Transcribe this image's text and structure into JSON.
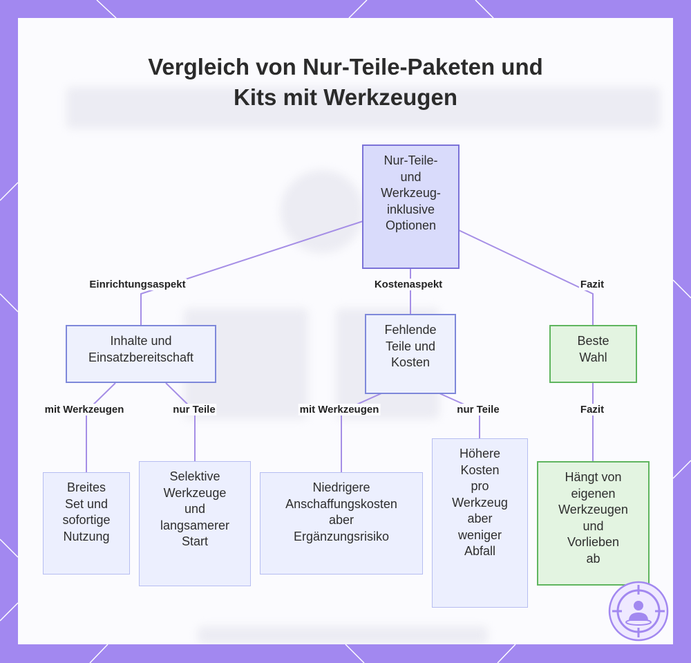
{
  "title": [
    "Vergleich von Nur-Teile-Paketen und",
    "Kits mit Werkzeugen"
  ],
  "nodes": {
    "root": [
      "Nur-Teile-",
      "und",
      "Werkzeug-",
      "inklusive",
      "Optionen"
    ],
    "inhalte": [
      "Inhalte und",
      "Einsatzbereitschaft"
    ],
    "fehlende": [
      "Fehlende",
      "Teile und",
      "Kosten"
    ],
    "beste": [
      "Beste",
      "Wahl"
    ],
    "breites": [
      "Breites",
      "Set und",
      "sofortige",
      "Nutzung"
    ],
    "selektive": [
      "Selektive",
      "Werkzeuge",
      "und",
      "langsamerer",
      "Start"
    ],
    "niedrigere": [
      "Niedrigere",
      "Anschaffungskosten",
      "aber",
      "Ergänzungsrisiko"
    ],
    "hoehere": [
      "Höhere",
      "Kosten",
      "pro",
      "Werkzeug",
      "aber",
      "weniger",
      "Abfall"
    ],
    "haengt": [
      "Hängt von",
      "eigenen",
      "Werkzeugen",
      "und",
      "Vorlieben",
      "ab"
    ]
  },
  "edge_labels": {
    "einrichtung": "Einrichtungsaspekt",
    "kosten": "Kostenaspekt",
    "fazit1": "Fazit",
    "mitw1": "mit Werkzeugen",
    "nurteile1": "nur Teile",
    "mitw2": "mit Werkzeugen",
    "nurteile2": "nur Teile",
    "fazit2": "Fazit"
  },
  "colors": {
    "border": "#a288f0",
    "edge": "#a58ee6",
    "root_fill": "#d9dbfb",
    "green_fill": "#e3f4e1",
    "green_stroke": "#5fb55f"
  },
  "logo_icon": "target-person-icon"
}
